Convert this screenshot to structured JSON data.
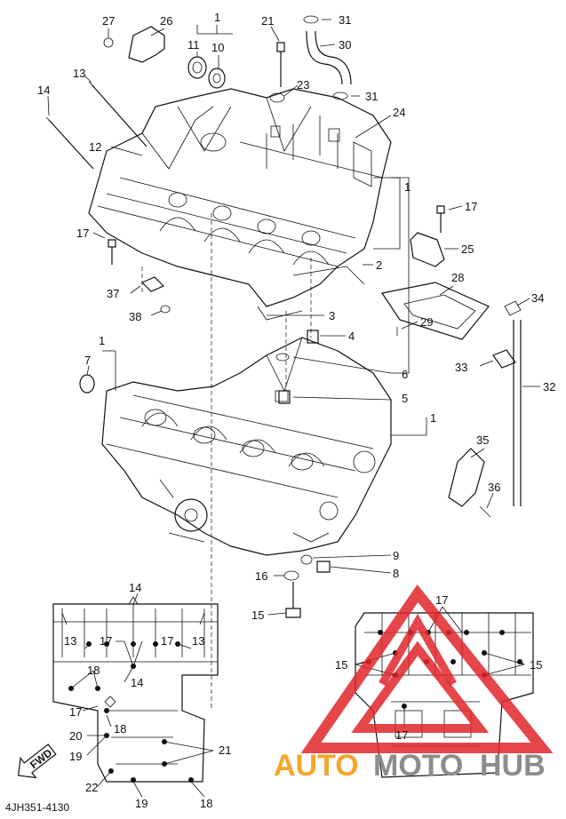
{
  "diagram": {
    "main_callouts": [
      {
        "id": "c27",
        "label": "27"
      },
      {
        "id": "c26",
        "label": "26"
      },
      {
        "id": "c1a",
        "label": "1"
      },
      {
        "id": "c11",
        "label": "11"
      },
      {
        "id": "c10",
        "label": "10"
      },
      {
        "id": "c21",
        "label": "21"
      },
      {
        "id": "c31a",
        "label": "31"
      },
      {
        "id": "c30",
        "label": "30"
      },
      {
        "id": "c13",
        "label": "13"
      },
      {
        "id": "c14",
        "label": "14"
      },
      {
        "id": "c23",
        "label": "23"
      },
      {
        "id": "c31b",
        "label": "31"
      },
      {
        "id": "c24",
        "label": "24"
      },
      {
        "id": "c12",
        "label": "12"
      },
      {
        "id": "c1b",
        "label": "1"
      },
      {
        "id": "c17a",
        "label": "17"
      },
      {
        "id": "c17b",
        "label": "17"
      },
      {
        "id": "c25",
        "label": "25"
      },
      {
        "id": "c2",
        "label": "2"
      },
      {
        "id": "c28",
        "label": "28"
      },
      {
        "id": "c34",
        "label": "34"
      },
      {
        "id": "c37",
        "label": "37"
      },
      {
        "id": "c38",
        "label": "38"
      },
      {
        "id": "c3",
        "label": "3"
      },
      {
        "id": "c29",
        "label": "29"
      },
      {
        "id": "c4",
        "label": "4"
      },
      {
        "id": "c33",
        "label": "33"
      },
      {
        "id": "c1c",
        "label": "1"
      },
      {
        "id": "c7",
        "label": "7"
      },
      {
        "id": "c6",
        "label": "6"
      },
      {
        "id": "c32",
        "label": "32"
      },
      {
        "id": "c5",
        "label": "5"
      },
      {
        "id": "c1d",
        "label": "1"
      },
      {
        "id": "c35",
        "label": "35"
      },
      {
        "id": "c36",
        "label": "36"
      },
      {
        "id": "c9",
        "label": "9"
      },
      {
        "id": "c8",
        "label": "8"
      },
      {
        "id": "c16",
        "label": "16"
      },
      {
        "id": "c15",
        "label": "15"
      }
    ],
    "lower_left_callouts": [
      {
        "id": "l14a",
        "label": "14"
      },
      {
        "id": "l13a",
        "label": "13"
      },
      {
        "id": "l17a",
        "label": "17"
      },
      {
        "id": "l17b",
        "label": "17"
      },
      {
        "id": "l13b",
        "label": "13"
      },
      {
        "id": "l18a",
        "label": "18"
      },
      {
        "id": "l14b",
        "label": "14"
      },
      {
        "id": "l17c",
        "label": "17"
      },
      {
        "id": "l18b",
        "label": "18"
      },
      {
        "id": "l20",
        "label": "20"
      },
      {
        "id": "l21",
        "label": "21"
      },
      {
        "id": "l19a",
        "label": "19"
      },
      {
        "id": "l22",
        "label": "22"
      },
      {
        "id": "l19b",
        "label": "19"
      },
      {
        "id": "l18c",
        "label": "18"
      }
    ],
    "lower_right_callouts": [
      {
        "id": "r17a",
        "label": "17"
      },
      {
        "id": "r15a",
        "label": "15"
      },
      {
        "id": "r15b",
        "label": "15"
      },
      {
        "id": "r17b",
        "label": "17"
      }
    ],
    "fwd_label": "FWD",
    "drawing_code": "4JH351-4130"
  },
  "watermark": {
    "text_part1": "AUTO",
    "text_part2": "MOTO",
    "text_part3": "HUB",
    "colors": {
      "red": "#e0262a",
      "orange": "#f4a62a",
      "gray": "#8c8c8c"
    }
  }
}
